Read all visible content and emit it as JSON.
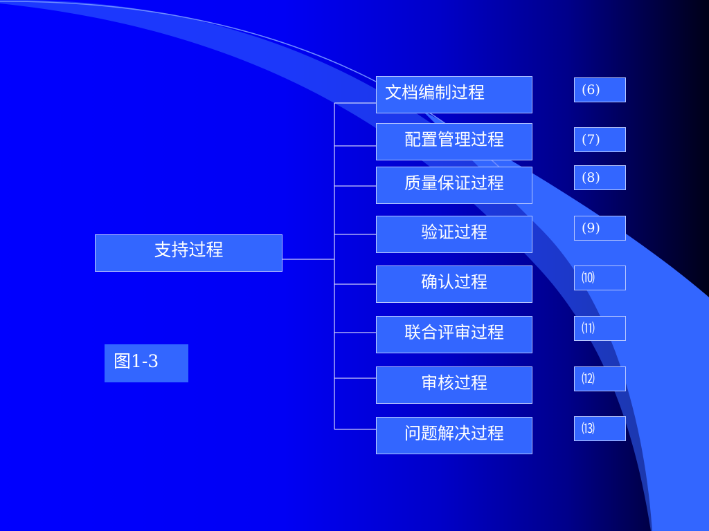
{
  "diagram": {
    "root": "支持过程",
    "figure_label": "图1-3",
    "processes": [
      {
        "label": "文档编制过程",
        "number": "(6)"
      },
      {
        "label": "配置管理过程",
        "number": "(7)"
      },
      {
        "label": "质量保证过程",
        "number": "(8)"
      },
      {
        "label": "验证过程",
        "number": "(9)"
      },
      {
        "label": "确认过程",
        "number": "⑽"
      },
      {
        "label": "联合评审过程",
        "number": "⑾"
      },
      {
        "label": "审核过程",
        "number": "⑿"
      },
      {
        "label": "问题解决过程",
        "number": "⒀"
      }
    ]
  },
  "colors": {
    "box_fill": "#3366ff",
    "connector": "#ffffff",
    "background_start": "#0000ff",
    "background_end": "#000018"
  }
}
